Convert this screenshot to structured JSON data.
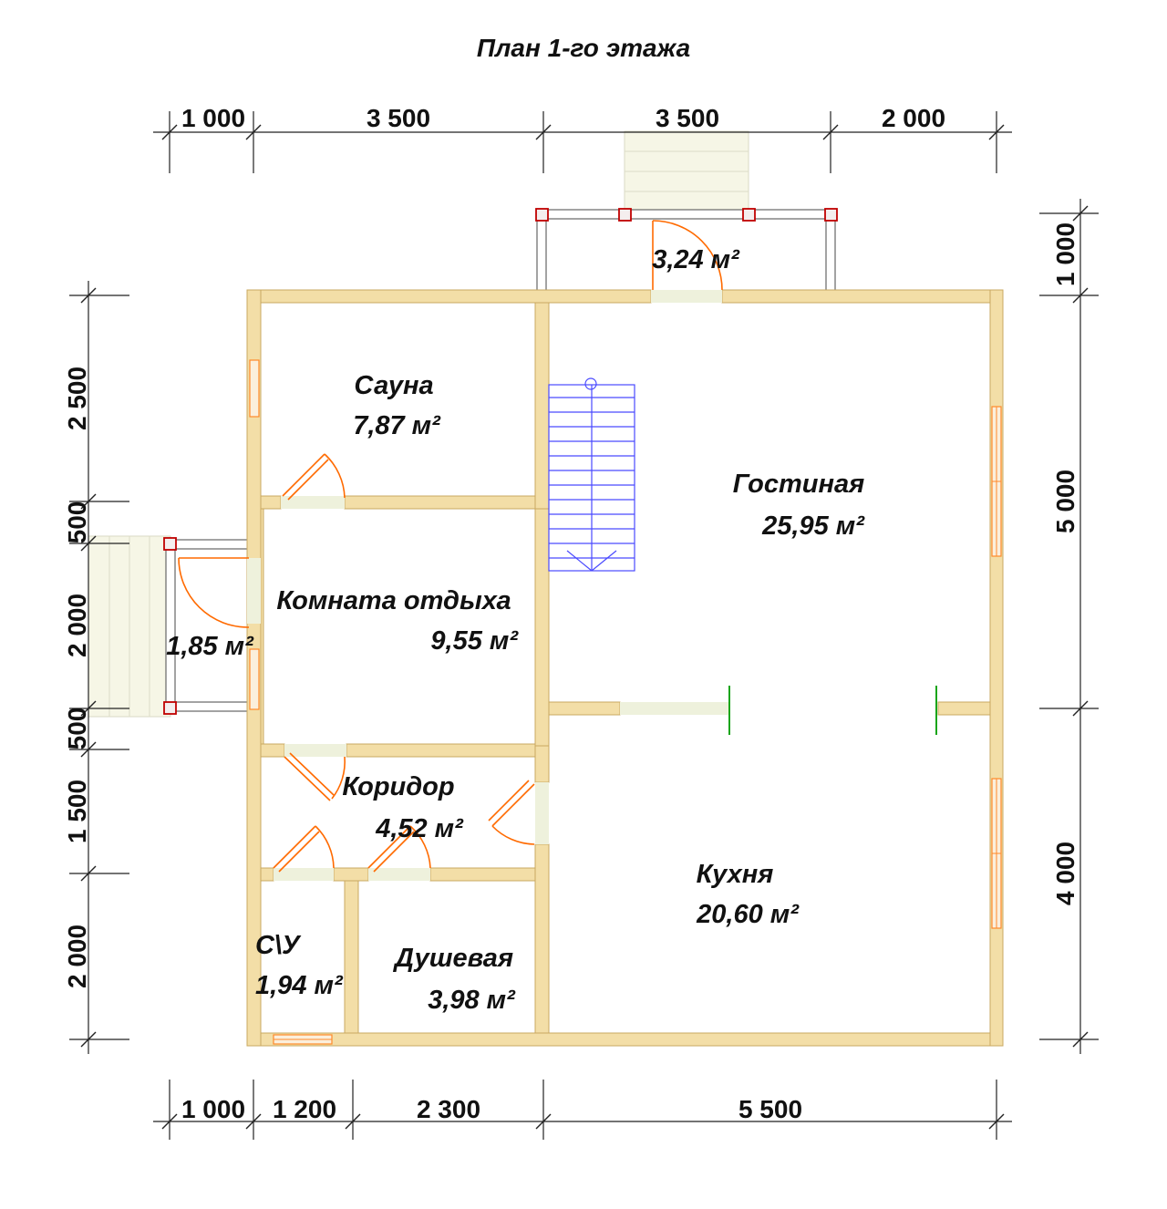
{
  "title": "План 1-го этажа",
  "rooms": {
    "sauna": {
      "name": "Сауна",
      "area": "7,87 м²"
    },
    "living": {
      "name": "Гостиная",
      "area": "25,95 м²"
    },
    "rest": {
      "name": "Комната отдыха",
      "area": "9,55 м²"
    },
    "corridor": {
      "name": "Коридор",
      "area": "4,52 м²"
    },
    "kitchen": {
      "name": "Кухня",
      "area": "20,60 м²"
    },
    "wc": {
      "name": "С\\У",
      "area": "1,94 м²"
    },
    "shower": {
      "name": "Душевая",
      "area": "3,98 м²"
    },
    "porch_top": {
      "area": "3,24 м²"
    },
    "porch_left": {
      "area": "1,85 м²"
    }
  },
  "dimensions": {
    "top": [
      "1 000",
      "3 500",
      "3 500",
      "2 000"
    ],
    "bottom": [
      "1 000",
      "1 200",
      "2 300",
      "5 500"
    ],
    "left": [
      "2 500",
      "500",
      "2 000",
      "500",
      "1 500",
      "2 000"
    ],
    "right": [
      "1 000",
      "5 000",
      "4 000"
    ]
  },
  "colors": {
    "wall": "#f3dea7",
    "door": "#ff6a00",
    "stair": "#4a4aff",
    "post": "#c00000"
  }
}
